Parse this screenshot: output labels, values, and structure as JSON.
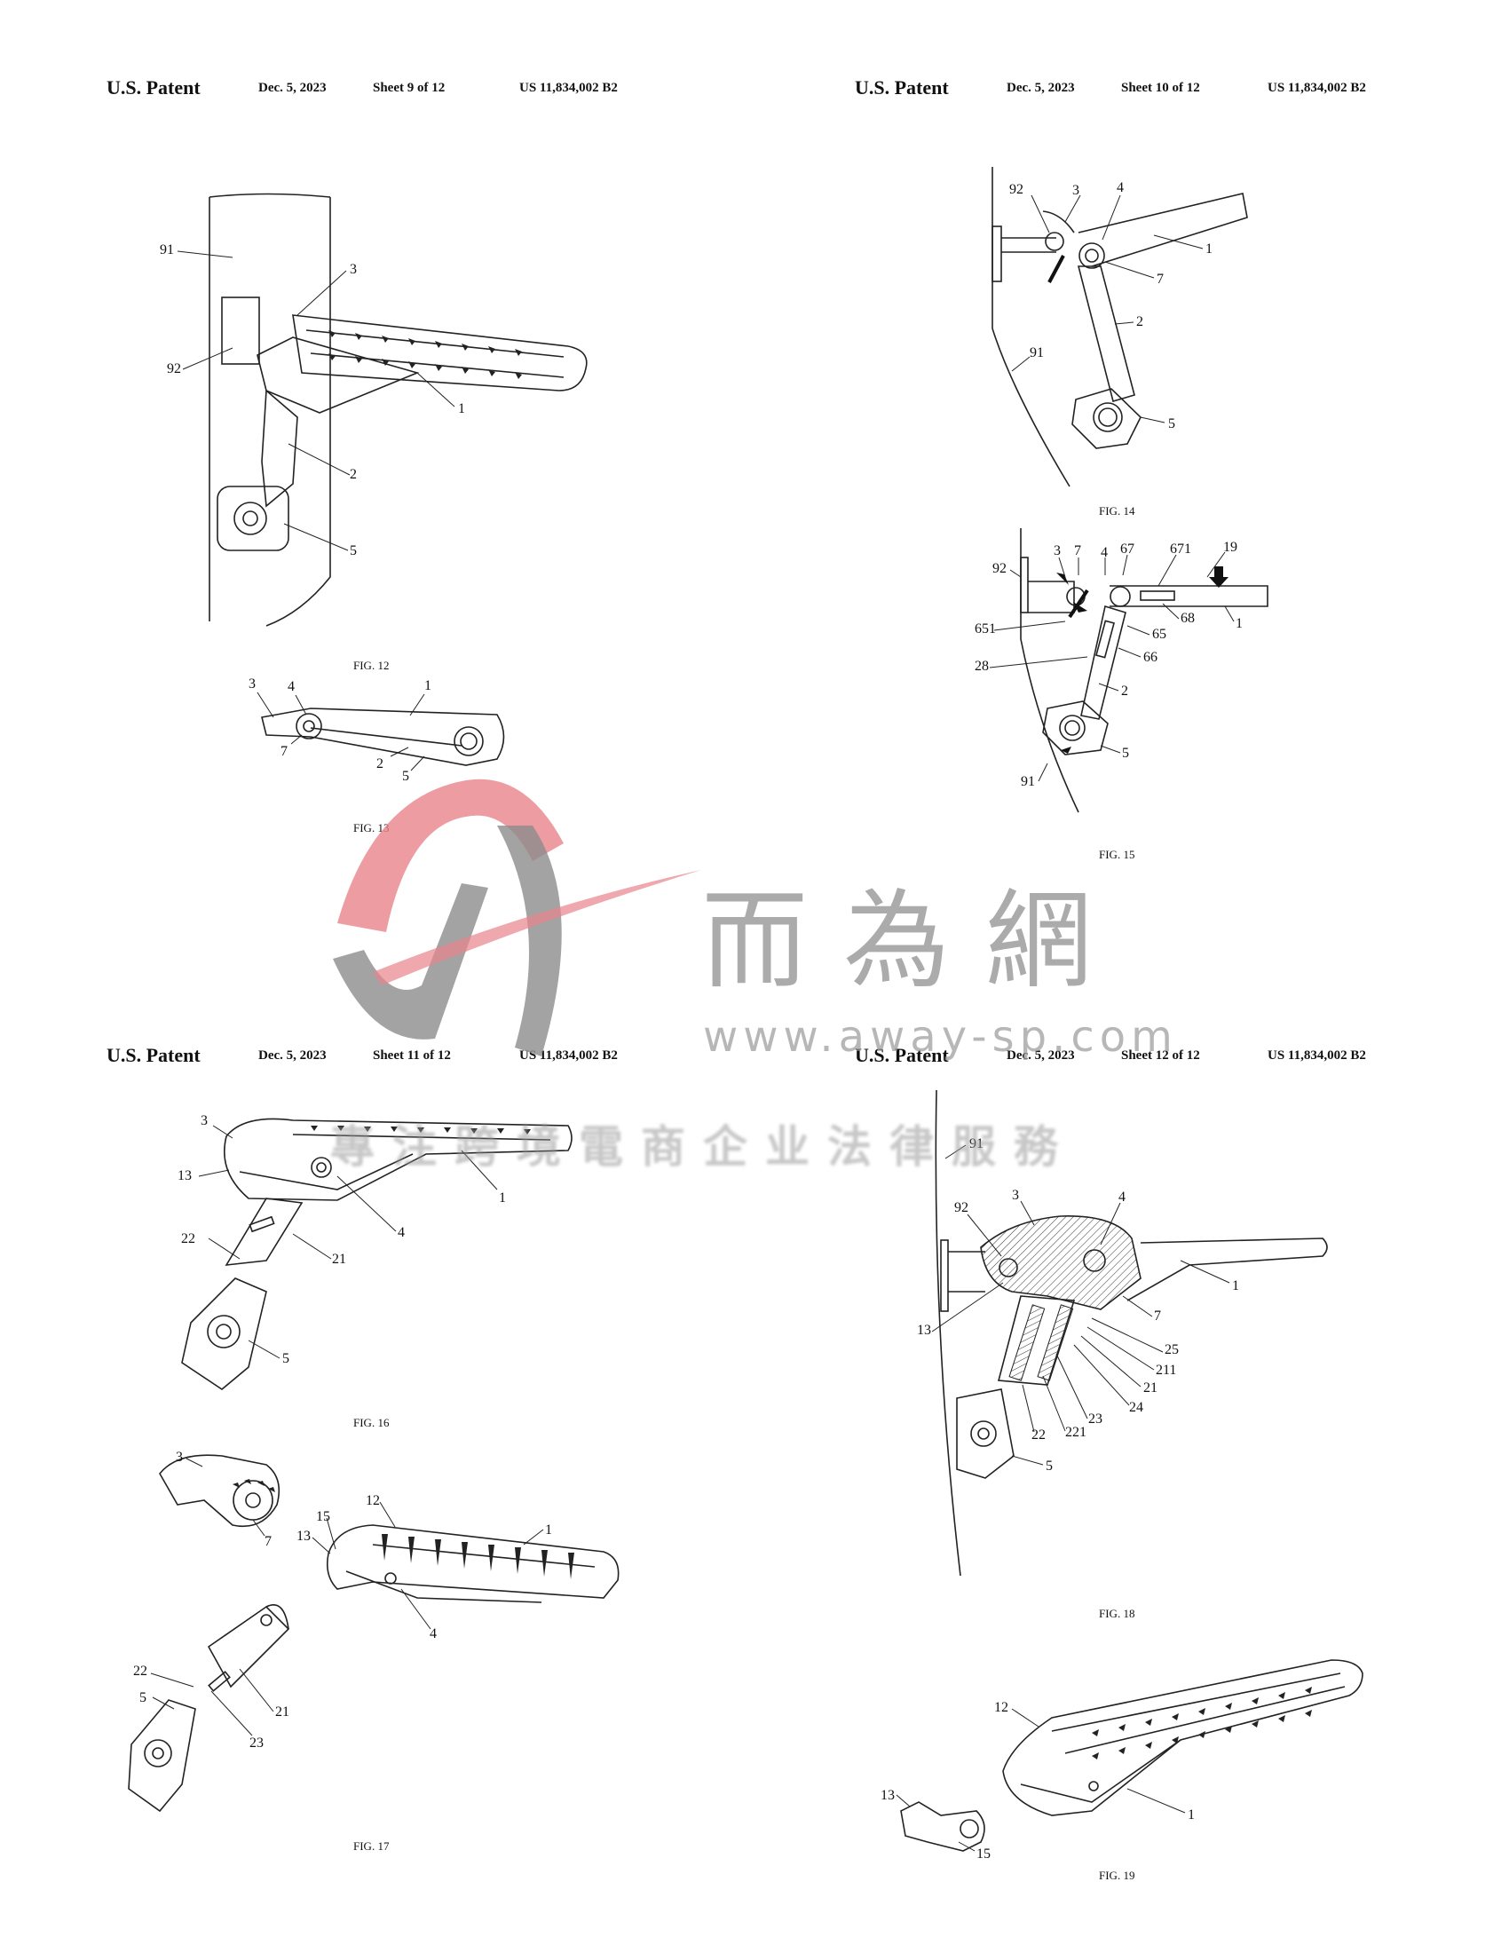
{
  "sheets": [
    {
      "patent": "U.S. Patent",
      "date": "Dec. 5, 2023",
      "sheet": "Sheet 9 of 12",
      "number": "US 11,834,002 B2"
    },
    {
      "patent": "U.S. Patent",
      "date": "Dec. 5, 2023",
      "sheet": "Sheet 10 of 12",
      "number": "US 11,834,002 B2"
    },
    {
      "patent": "U.S. Patent",
      "date": "Dec. 5, 2023",
      "sheet": "Sheet 11 of 12",
      "number": "US 11,834,002 B2"
    },
    {
      "patent": "U.S. Patent",
      "date": "Dec. 5, 2023",
      "sheet": "Sheet 12 of 12",
      "number": "US 11,834,002 B2"
    }
  ],
  "captions": {
    "fig12": "FIG. 12",
    "fig13": "FIG. 13",
    "fig14": "FIG. 14",
    "fig15": "FIG. 15",
    "fig16": "FIG. 16",
    "fig17": "FIG. 17",
    "fig18": "FIG. 18",
    "fig19": "FIG. 19"
  },
  "labels": {
    "f12": [
      "91",
      "3",
      "92",
      "1",
      "2",
      "5"
    ],
    "f13": [
      "3",
      "4",
      "1",
      "7",
      "2",
      "5"
    ],
    "f14": [
      "92",
      "3",
      "4",
      "1",
      "7",
      "2",
      "91",
      "5"
    ],
    "f15": [
      "3",
      "7",
      "4",
      "67",
      "671",
      "19",
      "92",
      "651",
      "65",
      "68",
      "1",
      "66",
      "28",
      "2",
      "5",
      "91"
    ],
    "f16": [
      "3",
      "13",
      "1",
      "4",
      "22",
      "21",
      "5"
    ],
    "f17": [
      "3",
      "7",
      "15",
      "13",
      "12",
      "1",
      "4",
      "22",
      "5",
      "21",
      "23"
    ],
    "f18": [
      "91",
      "3",
      "4",
      "92",
      "1",
      "13",
      "7",
      "25",
      "211",
      "21",
      "24",
      "23",
      "221",
      "22",
      "5"
    ],
    "f19": [
      "12",
      "13",
      "1",
      "15"
    ]
  },
  "watermark": {
    "chinese": "而為網",
    "url": "www.away-sp.com",
    "tagline": "專注跨境電商企业法律服務",
    "logo_colors": {
      "red": "#e8838a",
      "gray": "#8c8c8c"
    }
  }
}
